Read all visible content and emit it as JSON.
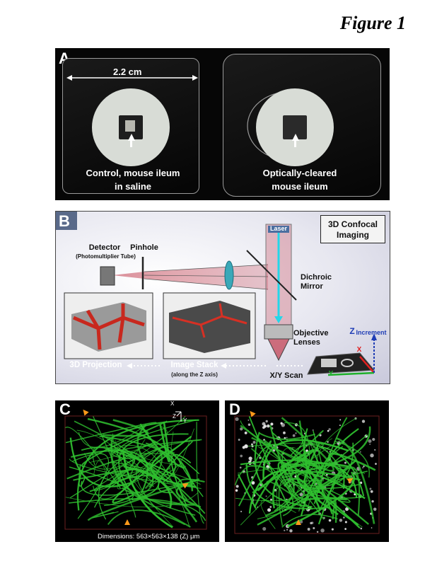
{
  "figure_title": "Figure 1",
  "panels": {
    "A": {
      "label": "A",
      "scale_label": "2.2 cm",
      "caption_left": [
        "Control, mouse ileum",
        "in saline"
      ],
      "caption_right": [
        "Optically-cleared",
        "mouse ileum"
      ]
    },
    "B": {
      "label": "B",
      "title_box": [
        "3D Confocal",
        "Imaging"
      ],
      "laser": "Laser",
      "detector": "Detector",
      "detector_sub": "(Photomultiplier Tube)",
      "pinhole": "Pinhole",
      "dichroic": [
        "Dichroic",
        "Mirror"
      ],
      "objective": [
        "Objective",
        "Lenses"
      ],
      "z_axis": "Z",
      "z_increment": "Increment",
      "projection": "3D Projection",
      "image_stack": "Image Stack",
      "image_stack_sub": "(along the Z axis)",
      "xy_scan": "X/Y Scan",
      "axis_x": "X",
      "axis_y": "Y"
    },
    "C": {
      "label": "C",
      "axis_x": "X",
      "axis_y": "Y",
      "axis_z": "Z",
      "dimensions": "Dimensions: 563×563×138 (Z) μm"
    },
    "D": {
      "label": "D"
    }
  },
  "colors": {
    "fiber_green": "#2fbf2f",
    "arrow_orange": "#ff9a1a",
    "laser_cyan": "#24d6e8",
    "beam_red": "#c0394b"
  }
}
